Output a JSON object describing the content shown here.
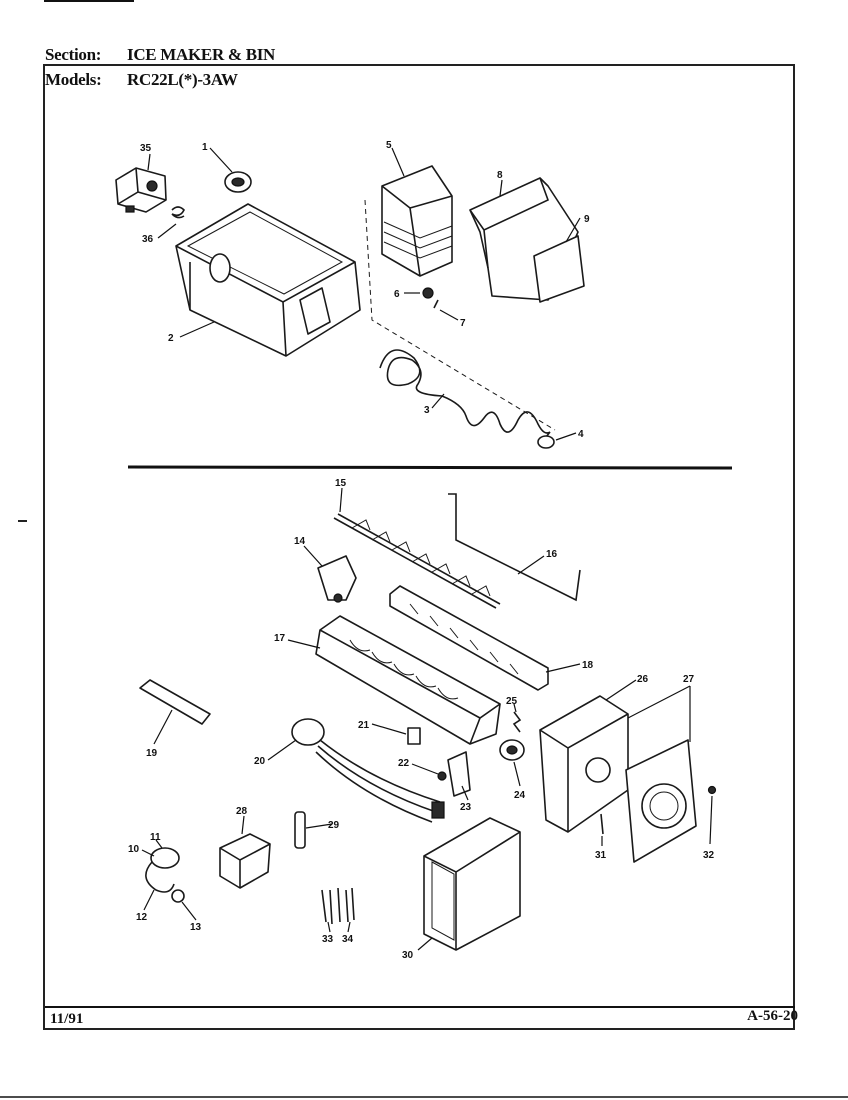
{
  "header": {
    "section_label": "Section:",
    "section_value": "ICE MAKER & BIN",
    "models_label": "Models:",
    "models_value": "RC22L(*)-3AW"
  },
  "footer": {
    "date": "11/91",
    "page_code": "A-56-20"
  },
  "callouts": [
    "35",
    "1",
    "36",
    "2",
    "5",
    "8",
    "9",
    "6",
    "7",
    "3",
    "4",
    "15",
    "16",
    "14",
    "17",
    "18",
    "19",
    "21",
    "25",
    "26",
    "27",
    "20",
    "22",
    "23",
    "24",
    "28",
    "29",
    "11",
    "10",
    "12",
    "13",
    "31",
    "32",
    "33",
    "34",
    "30"
  ]
}
